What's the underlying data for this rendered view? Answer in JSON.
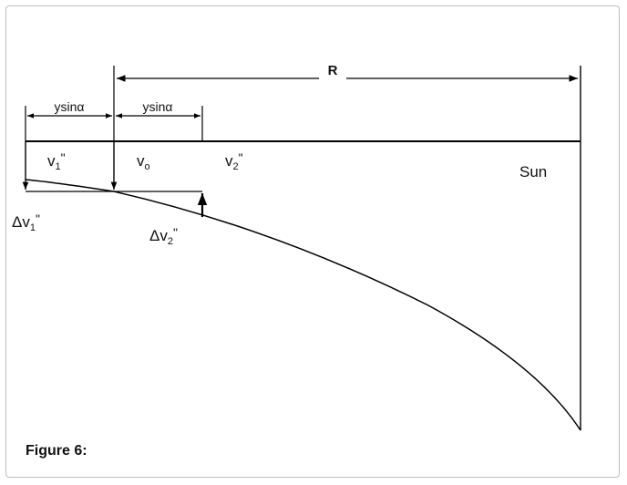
{
  "diagram": {
    "labels": {
      "R": "R",
      "ysin_left": "ysinα",
      "ysin_right": "ysinα",
      "v1": "v",
      "v1_sub": "1",
      "v1_primes": "\"",
      "vo": "v",
      "vo_sub": "o",
      "v2": "v",
      "v2_sub": "2",
      "v2_primes": "\"",
      "sun": "Sun",
      "dv1": "Δv",
      "dv1_sub": "1",
      "dv1_primes": "\"",
      "dv2": "Δv",
      "dv2_sub": "2",
      "dv2_primes": "\""
    }
  },
  "caption": "Figure 6:"
}
